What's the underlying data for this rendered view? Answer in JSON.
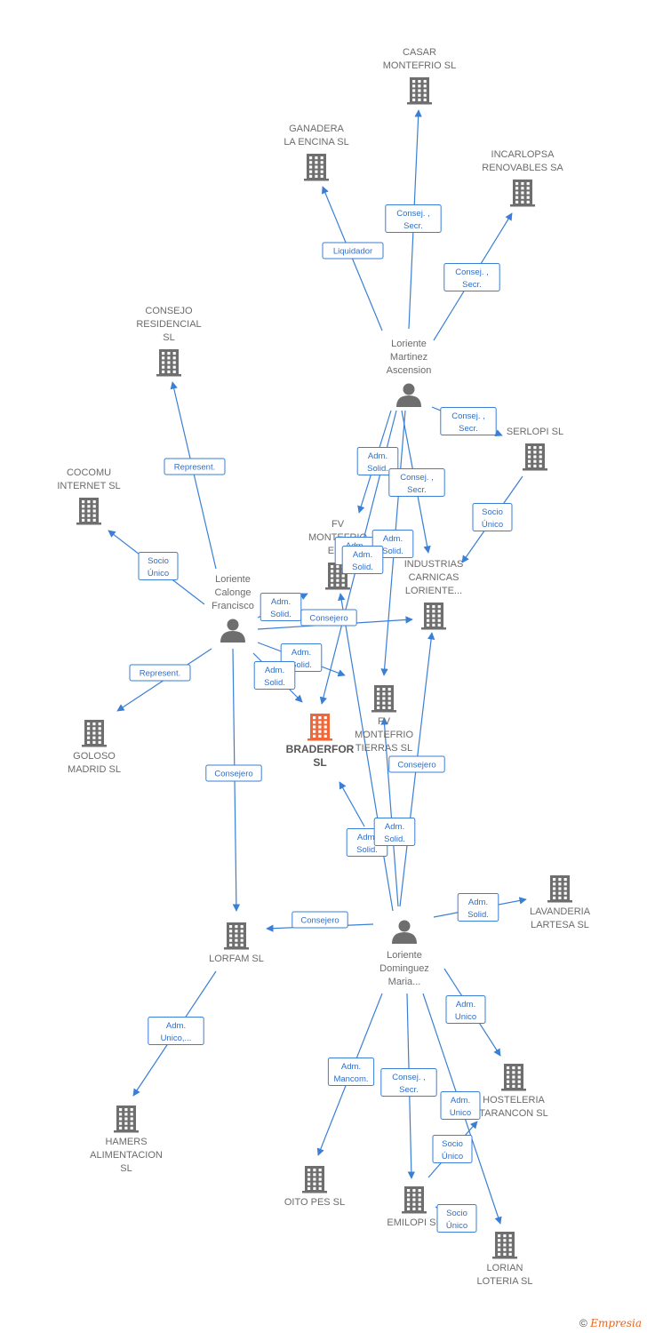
{
  "colors": {
    "edge": "#3a7fd5",
    "icon": "#6e6e6e",
    "main_icon": "#f0673a",
    "edge_text": "#2d6fc9"
  },
  "nodes": [
    {
      "id": "casar",
      "type": "company",
      "lines": [
        "CASAR",
        "MONTEFRIO SL"
      ]
    },
    {
      "id": "ganadera",
      "type": "company",
      "lines": [
        "GANADERA",
        "LA ENCINA SL"
      ]
    },
    {
      "id": "incarlopsa",
      "type": "company",
      "lines": [
        "INCARLOPSA",
        "RENOVABLES SA"
      ]
    },
    {
      "id": "consejo",
      "type": "company",
      "lines": [
        "CONSEJO",
        "RESIDENCIAL",
        "SL"
      ]
    },
    {
      "id": "serlopi",
      "type": "company",
      "lines": [
        "SERLOPI  SL"
      ]
    },
    {
      "id": "cocomu",
      "type": "company",
      "lines": [
        "COCOMU",
        "INTERNET  SL"
      ]
    },
    {
      "id": "fvmontefrio",
      "type": "company",
      "lines": [
        "FV",
        "MONTEFRIO",
        "EL..."
      ]
    },
    {
      "id": "industrias",
      "type": "company",
      "lines": [
        "INDUSTRIAS",
        "CARNICAS",
        "LORIENTE..."
      ]
    },
    {
      "id": "goloso",
      "type": "company",
      "lines": [
        "GOLOSO",
        "MADRID  SL"
      ]
    },
    {
      "id": "braderfor",
      "type": "main",
      "lines": [
        "BRADERFOR",
        "SL"
      ]
    },
    {
      "id": "fvmontefrio2",
      "type": "company",
      "lines": [
        "FV",
        "MONTEFRIO",
        "TIERRAS  SL"
      ]
    },
    {
      "id": "lavanderia",
      "type": "company",
      "lines": [
        "LAVANDERIA",
        "LARTESA  SL"
      ]
    },
    {
      "id": "lorfam",
      "type": "company",
      "lines": [
        "LORFAM  SL"
      ]
    },
    {
      "id": "hosteleria",
      "type": "company",
      "lines": [
        "HOSTELERIA",
        "TARANCON  SL"
      ]
    },
    {
      "id": "hamers",
      "type": "company",
      "lines": [
        "HAMERS",
        "ALIMENTACION",
        "SL"
      ]
    },
    {
      "id": "oitopes",
      "type": "company",
      "lines": [
        "OITO PES  SL"
      ]
    },
    {
      "id": "emilopi",
      "type": "company",
      "lines": [
        "EMILOPI SL"
      ]
    },
    {
      "id": "lorian",
      "type": "company",
      "lines": [
        "LORIAN",
        "LOTERIA  SL"
      ]
    },
    {
      "id": "p_martinez",
      "type": "person",
      "lines": [
        "Loriente",
        "Martinez",
        "Ascension"
      ]
    },
    {
      "id": "p_calonge",
      "type": "person",
      "lines": [
        "Loriente",
        "Calonge",
        "Francisco"
      ]
    },
    {
      "id": "p_dominguez",
      "type": "person",
      "lines": [
        "Loriente",
        "Dominguez",
        "Maria..."
      ]
    }
  ],
  "edges": [
    {
      "from": "p_martinez",
      "to": "casar",
      "label": [
        "Consej. ,",
        "Secr."
      ]
    },
    {
      "from": "p_martinez",
      "to": "ganadera",
      "label": [
        "Liquidador"
      ]
    },
    {
      "from": "p_martinez",
      "to": "incarlopsa",
      "label": [
        "Consej. ,",
        "Secr."
      ]
    },
    {
      "from": "p_martinez",
      "to": "serlopi",
      "label": [
        "Consej. ,",
        "Secr."
      ]
    },
    {
      "from": "p_martinez",
      "to": "fvmontefrio",
      "label": [
        "Adm.",
        "Solid."
      ]
    },
    {
      "from": "p_martinez",
      "to": "industrias",
      "label": [
        "Consej. ,",
        "Secr."
      ]
    },
    {
      "from": "p_martinez",
      "to": "braderfor",
      "label": [
        "Adm.",
        "Solid."
      ]
    },
    {
      "from": "p_martinez",
      "to": "fvmontefrio2",
      "label": [
        "Adm.",
        "Solid."
      ]
    },
    {
      "from": "serlopi",
      "to": "industrias",
      "label": [
        "Socio",
        "Único"
      ]
    },
    {
      "from": "p_calonge",
      "to": "consejo",
      "label": [
        "Represent."
      ]
    },
    {
      "from": "p_calonge",
      "to": "cocomu",
      "label": [
        "Socio",
        "Único"
      ]
    },
    {
      "from": "p_calonge",
      "to": "fvmontefrio",
      "label": [
        "Adm.",
        "Solid."
      ]
    },
    {
      "from": "p_calonge",
      "to": "industrias",
      "label": [
        "Consejero"
      ]
    },
    {
      "from": "p_calonge",
      "to": "fvmontefrio2",
      "label": [
        "Adm.",
        "Solid."
      ]
    },
    {
      "from": "p_calonge",
      "to": "braderfor",
      "label": [
        "Adm.",
        "Solid."
      ]
    },
    {
      "from": "p_calonge",
      "to": "goloso",
      "label": [
        "Represent."
      ]
    },
    {
      "from": "p_calonge",
      "to": "lorfam",
      "label": [
        "Consejero"
      ]
    },
    {
      "from": "p_dominguez",
      "to": "fvmontefrio",
      "label": [
        "Adm.",
        "Solid."
      ]
    },
    {
      "from": "p_dominguez",
      "to": "industrias",
      "label": [
        "Consejero"
      ]
    },
    {
      "from": "p_dominguez",
      "to": "braderfor",
      "label": [
        "Adm.",
        "Solid."
      ]
    },
    {
      "from": "p_dominguez",
      "to": "fvmontefrio2",
      "label": [
        "Adm.",
        "Solid."
      ]
    },
    {
      "from": "p_dominguez",
      "to": "lavanderia",
      "label": [
        "Adm.",
        "Solid."
      ]
    },
    {
      "from": "p_dominguez",
      "to": "lorfam",
      "label": [
        "Consejero"
      ]
    },
    {
      "from": "p_dominguez",
      "to": "hosteleria",
      "label": [
        "Adm.",
        "Unico"
      ]
    },
    {
      "from": "p_dominguez",
      "to": "oitopes",
      "label": [
        "Adm.",
        "Mancom."
      ]
    },
    {
      "from": "p_dominguez",
      "to": "emilopi",
      "label": [
        "Consej. ,",
        "Secr."
      ]
    },
    {
      "from": "p_dominguez",
      "to": "lorian",
      "label": [
        "Adm.",
        "Unico"
      ]
    },
    {
      "from": "emilopi",
      "to": "hosteleria",
      "label": [
        "Socio",
        "Único"
      ]
    },
    {
      "from": "emilopi",
      "to": "lorian",
      "label": [
        "Socio",
        "Único"
      ]
    },
    {
      "from": "lorfam",
      "to": "hamers",
      "label": [
        "Adm.",
        "Unico,..."
      ]
    }
  ],
  "footer": {
    "copyright": "©",
    "brand": "Empresia"
  }
}
